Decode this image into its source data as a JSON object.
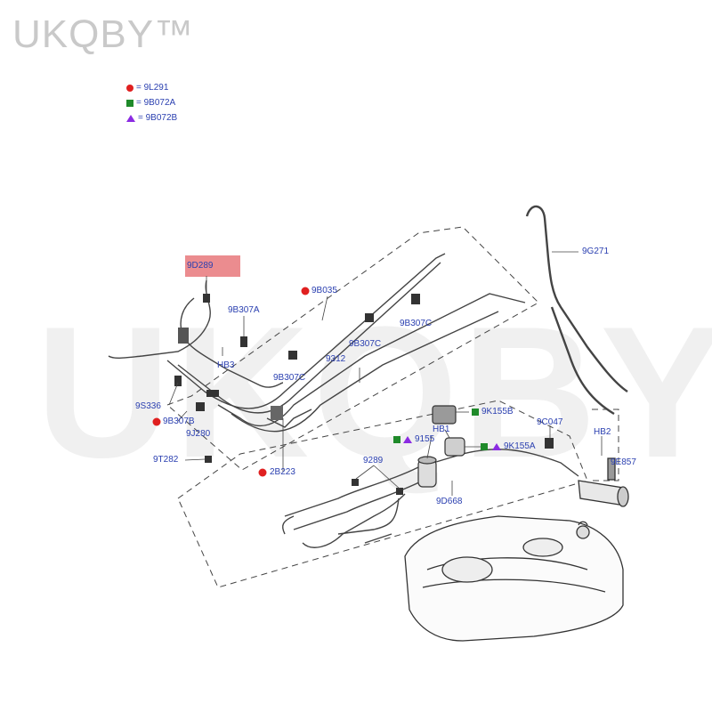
{
  "brand": "UKQBY™",
  "watermark": "UKQBY™",
  "colors": {
    "red": "#e02020",
    "green": "#1f8a2a",
    "purple": "#8b2be2",
    "label": "#2a3fb0"
  },
  "legend": [
    {
      "symbol": "red-circle",
      "text": "= 9L291"
    },
    {
      "symbol": "green-square",
      "text": "= 9B072A"
    },
    {
      "symbol": "purple-triangle",
      "text": "= 9B072B"
    }
  ],
  "labels": {
    "p9D289": "9D289",
    "p9B307A": "9B307A",
    "p9B035": "9B035",
    "p9B307C_a": "9B307C",
    "p9B307C_b": "9B307C",
    "p9B307C_c": "9B307C",
    "p9312": "9312",
    "pHB3": "HB3",
    "p9S336": "9S336",
    "p9B307B": "9B307B",
    "p9J280": "9J280",
    "p9T282": "9T282",
    "p2B223": "2B223",
    "p9289": "9289",
    "p9K155B": "9K155B",
    "p9155": "9155",
    "pHB1": "HB1",
    "p9K155A": "9K155A",
    "p9C047": "9C047",
    "pHB2": "HB2",
    "p9E857": "9E857",
    "p9D668": "9D668",
    "p9G271": "9G271"
  }
}
